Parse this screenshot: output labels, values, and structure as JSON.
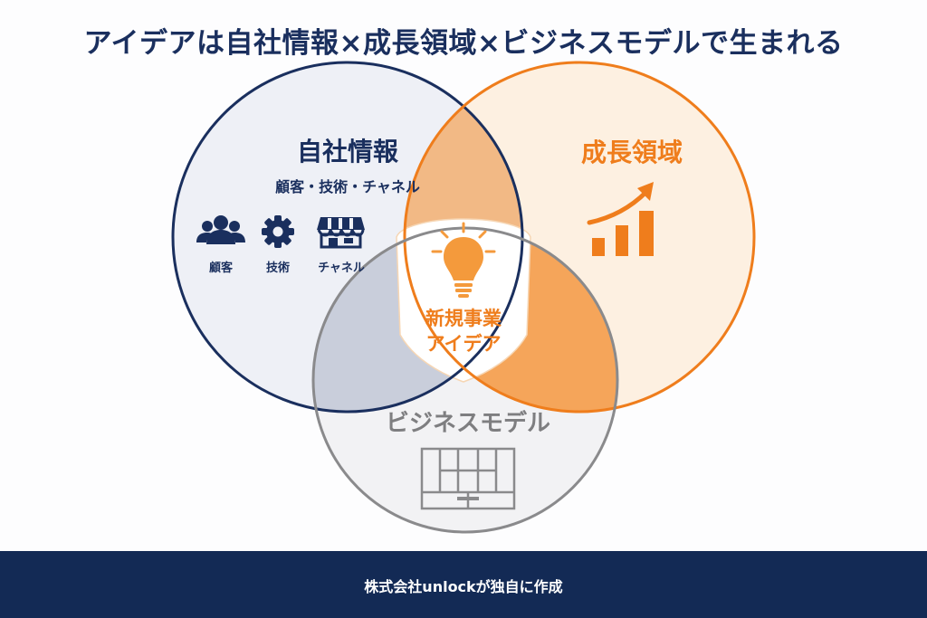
{
  "title": "アイデアは自社情報×成長領域×ビジネスモデルで生まれる",
  "circles": {
    "company": {
      "title": "自社情報",
      "subtitle": "顧客・技術・チャネル",
      "icons": [
        {
          "name": "people-icon",
          "label": "顧客"
        },
        {
          "name": "gear-icon",
          "label": "技術"
        },
        {
          "name": "store-icon",
          "label": "チャネル"
        }
      ]
    },
    "growth": {
      "title": "成長領域",
      "icon": "growth-chart-icon"
    },
    "business": {
      "title": "ビジネスモデル",
      "icon": "business-model-canvas-icon"
    }
  },
  "center": {
    "line1": "新規事業",
    "line2": "アイデア",
    "icon": "lightbulb-icon"
  },
  "footer": {
    "text": "株式会社unlockが独自に作成"
  },
  "colors": {
    "navy": "#1a2f5e",
    "orange": "#ef7d1c",
    "gray": "#8a8a8c",
    "footer": "#132a55"
  }
}
